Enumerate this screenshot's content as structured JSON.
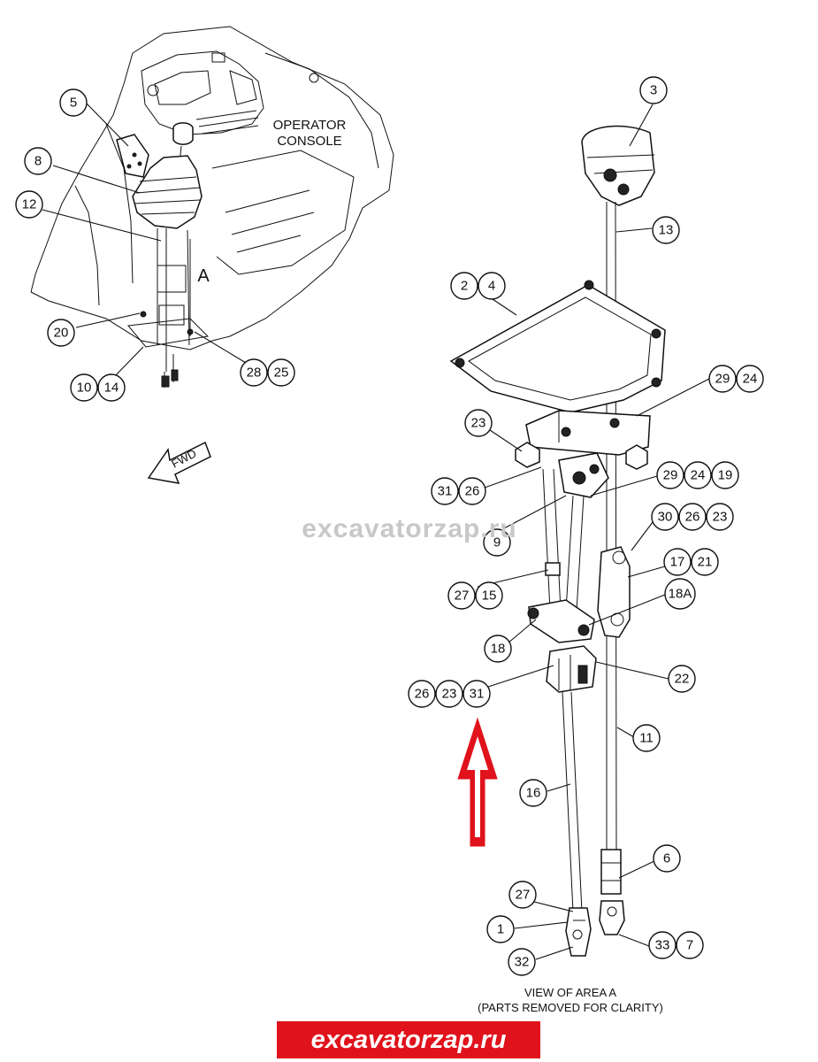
{
  "labels": {
    "operator_console_line1": "OPERATOR",
    "operator_console_line2": "CONSOLE",
    "area_marker": "A",
    "fwd": "FWD",
    "view_caption_line1": "VIEW OF AREA A",
    "view_caption_line2": "(PARTS REMOVED FOR CLARITY)",
    "watermark": "excavatorzap.ru",
    "brand_banner": "excavatorzap.ru"
  },
  "callouts": {
    "c5": "5",
    "c8": "8",
    "c12": "12",
    "c20": "20",
    "c10": "10",
    "c14": "14",
    "c28": "28",
    "c25": "25",
    "c3": "3",
    "c13": "13",
    "c2": "2",
    "c4": "4",
    "c29a": "29",
    "c24a": "24",
    "c23a": "23",
    "c31a": "31",
    "c26a": "26",
    "c29b": "29",
    "c24b": "24",
    "c19": "19",
    "c9": "9",
    "c30": "30",
    "c26b": "26",
    "c23b": "23",
    "c17": "17",
    "c21": "21",
    "c27a": "27",
    "c15": "15",
    "c18a": "18A",
    "c18": "18",
    "c22": "22",
    "c26c": "26",
    "c23c": "23",
    "c31b": "31",
    "c11": "11",
    "c16": "16",
    "c6": "6",
    "c27b": "27",
    "c1": "1",
    "c33": "33",
    "c7": "7",
    "c32": "32"
  },
  "colors": {
    "arrow": "#e0121b",
    "brand_background": "#e0121b",
    "brand_text": "#ffffff",
    "watermark": "#c8c8c8"
  }
}
